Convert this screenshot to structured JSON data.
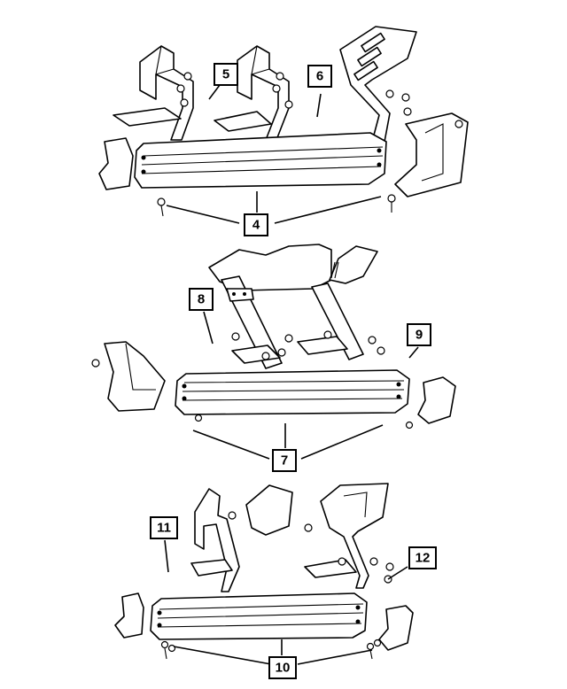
{
  "callouts": {
    "c4": "4",
    "c5": "5",
    "c6": "6",
    "c7": "7",
    "c8": "8",
    "c9": "9",
    "c10": "10",
    "c11": "11",
    "c12": "12"
  },
  "colors": {
    "line": "#000000",
    "background": "#ffffff"
  }
}
